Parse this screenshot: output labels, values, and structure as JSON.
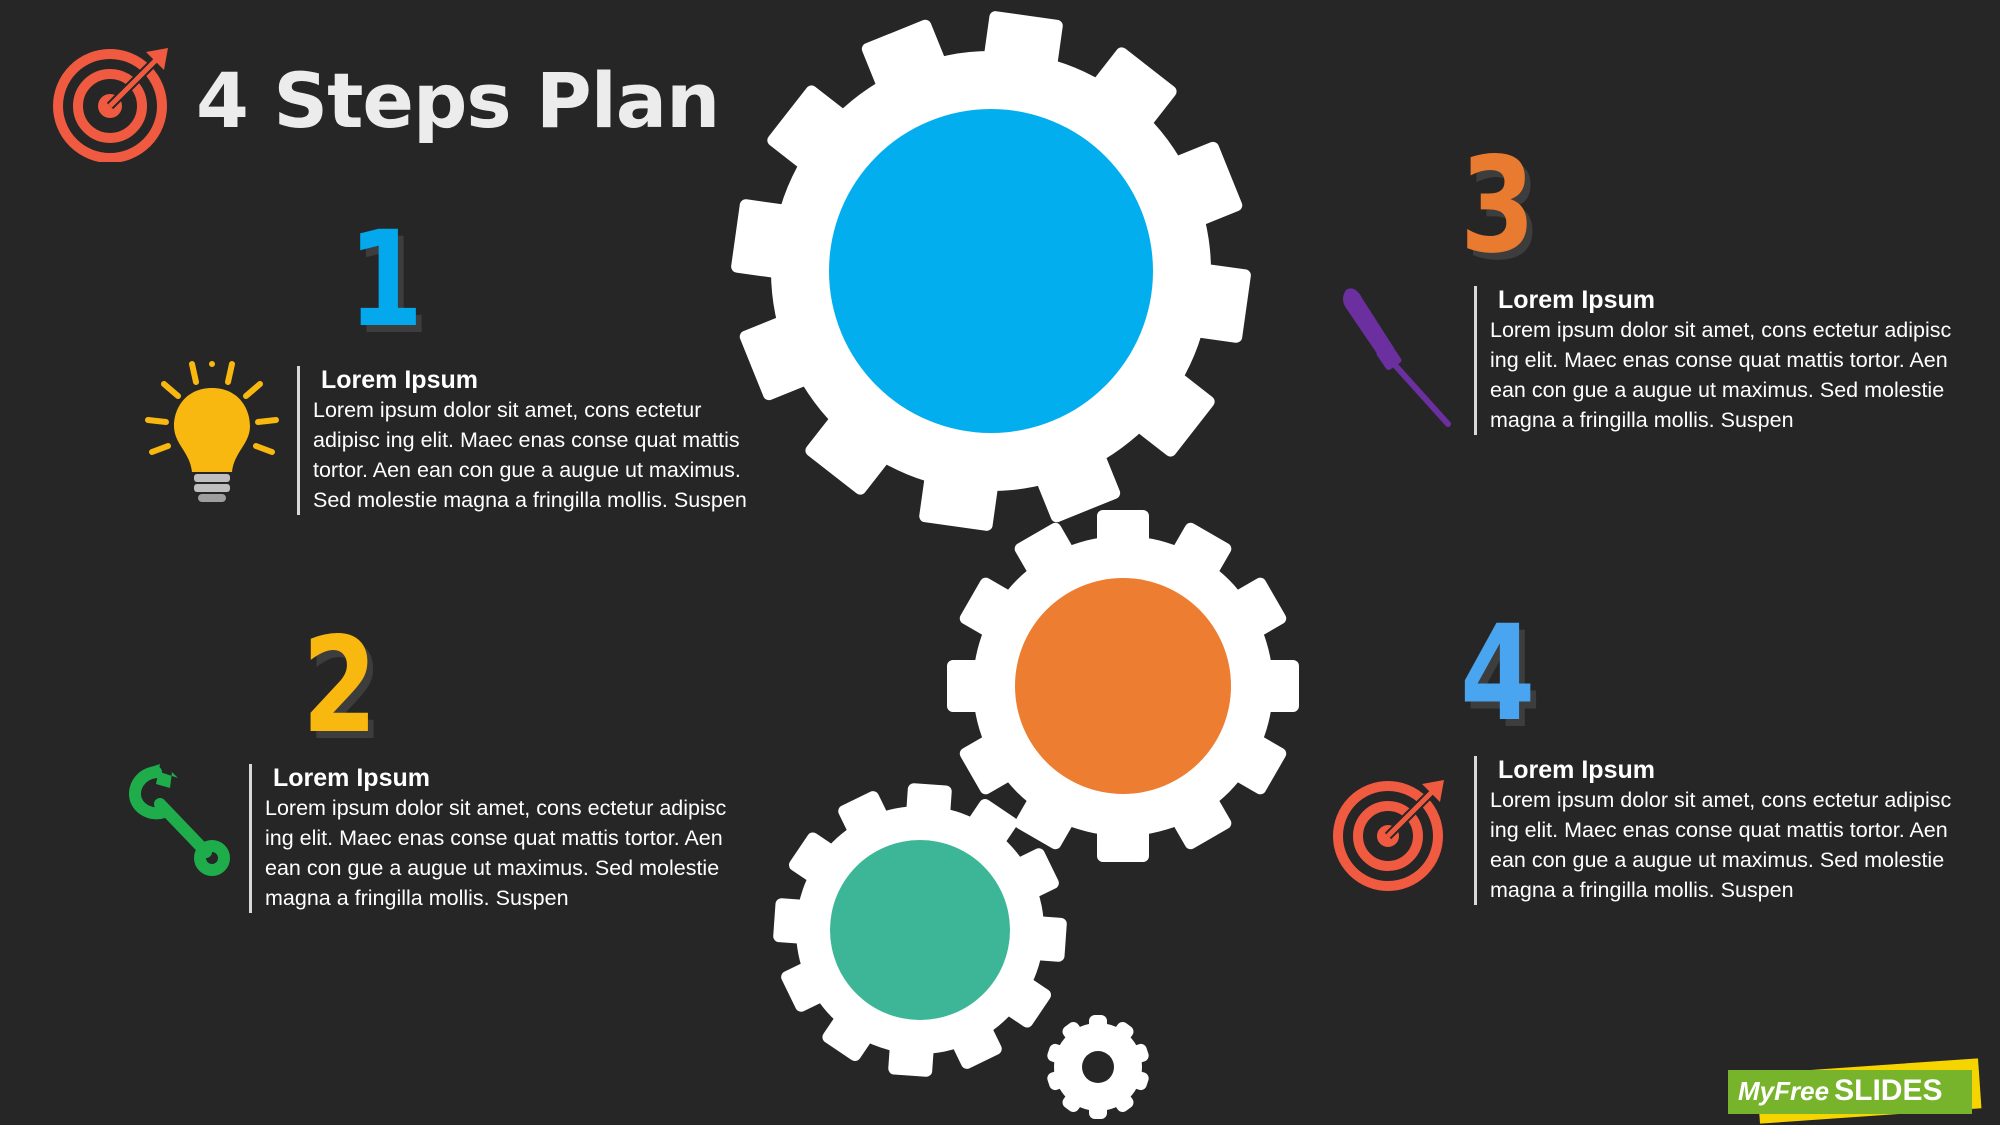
{
  "title": "4 Steps Plan",
  "colors": {
    "background": "#262626",
    "step1": "#03a9ec",
    "step2": "#f8b810",
    "step3": "#e87b2f",
    "step4": "#49a5ef",
    "gear_blue": "#03aeee",
    "gear_orange": "#ed7d31",
    "gear_teal": "#3cb697",
    "target_red": "#f05a40",
    "wrench_green": "#1fad4b",
    "screwdriver_purple": "#6b2fa0"
  },
  "steps": [
    {
      "number": "1",
      "heading": "Lorem Ipsum",
      "body": "Lorem ipsum dolor sit amet, cons ectetur adipisc ing elit. Maec enas conse quat mattis tortor. Aen ean con gue a augue ut maximus. Sed molestie magna a fringilla mollis. Suspen",
      "icon": "lightbulb-icon"
    },
    {
      "number": "2",
      "heading": "Lorem Ipsum",
      "body": "Lorem ipsum dolor sit amet, cons ectetur adipisc ing elit. Maec enas conse quat mattis tortor. Aen ean con gue a augue ut maximus. Sed molestie magna a fringilla mollis. Suspen",
      "icon": "wrench-icon"
    },
    {
      "number": "3",
      "heading": "Lorem Ipsum",
      "body": "Lorem ipsum dolor sit amet, cons ectetur adipisc ing elit. Maec enas conse quat mattis tortor. Aen ean con gue a augue ut maximus. Sed molestie magna a fringilla mollis. Suspen",
      "icon": "screwdriver-icon"
    },
    {
      "number": "4",
      "heading": "Lorem Ipsum",
      "body": "Lorem ipsum dolor sit amet, cons ectetur adipisc ing elit. Maec enas conse quat mattis tortor. Aen ean con gue a augue ut maximus. Sed molestie magna a fringilla mollis. Suspen",
      "icon": "target-icon"
    }
  ],
  "logo": {
    "part1": "MyFree",
    "part2": "SLIDES"
  }
}
